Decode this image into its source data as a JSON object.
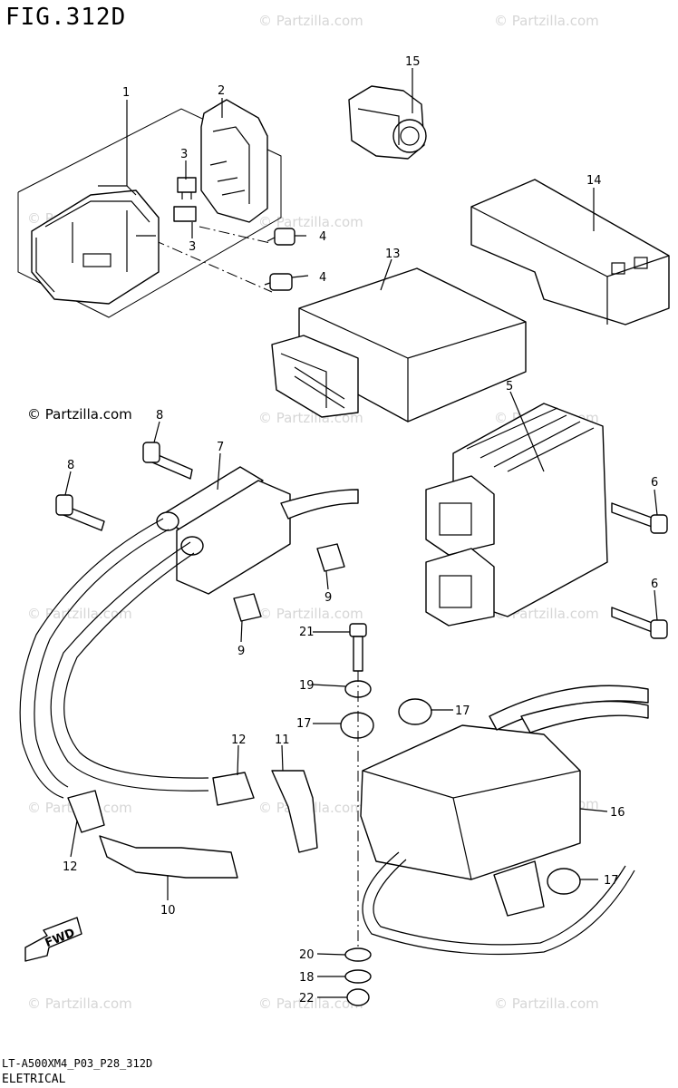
{
  "figure": {
    "title": "FIG.312D"
  },
  "footer": {
    "code": "LT-A500XM4_P03_P28_312D",
    "title": "ELETRICAL"
  },
  "copyright": "© Partzilla.com",
  "watermark": "© Partzilla.com",
  "fwd_label": "FWD",
  "callouts": [
    {
      "id": "c1",
      "label": "1"
    },
    {
      "id": "c2",
      "label": "2"
    },
    {
      "id": "c3a",
      "label": "3"
    },
    {
      "id": "c3b",
      "label": "3"
    },
    {
      "id": "c4a",
      "label": "4"
    },
    {
      "id": "c4b",
      "label": "4"
    },
    {
      "id": "c5",
      "label": "5"
    },
    {
      "id": "c6a",
      "label": "6"
    },
    {
      "id": "c6b",
      "label": "6"
    },
    {
      "id": "c7",
      "label": "7"
    },
    {
      "id": "c8a",
      "label": "8"
    },
    {
      "id": "c8b",
      "label": "8"
    },
    {
      "id": "c9a",
      "label": "9"
    },
    {
      "id": "c9b",
      "label": "9"
    },
    {
      "id": "c10",
      "label": "10"
    },
    {
      "id": "c11",
      "label": "11"
    },
    {
      "id": "c12a",
      "label": "12"
    },
    {
      "id": "c12b",
      "label": "12"
    },
    {
      "id": "c13",
      "label": "13"
    },
    {
      "id": "c14",
      "label": "14"
    },
    {
      "id": "c15",
      "label": "15"
    },
    {
      "id": "c16",
      "label": "16"
    },
    {
      "id": "c17a",
      "label": "17"
    },
    {
      "id": "c17b",
      "label": "17"
    },
    {
      "id": "c17c",
      "label": "17"
    },
    {
      "id": "c18",
      "label": "18"
    },
    {
      "id": "c19",
      "label": "19"
    },
    {
      "id": "c20",
      "label": "20"
    },
    {
      "id": "c21",
      "label": "21"
    },
    {
      "id": "c22",
      "label": "22"
    }
  ]
}
